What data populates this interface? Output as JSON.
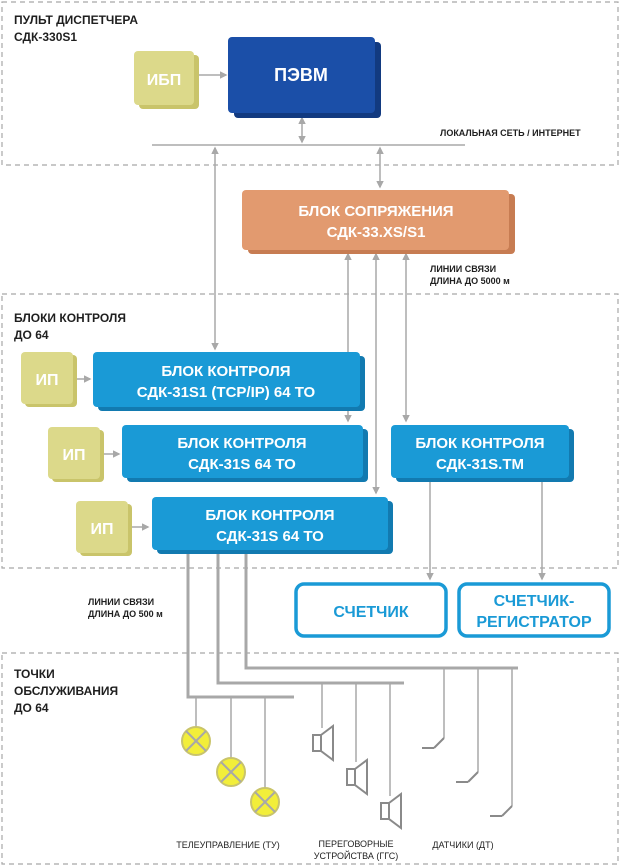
{
  "sections": {
    "dispatcher": {
      "line1": "ПУЛЬТ ДИСПЕТЧЕРА",
      "line2": "СДК-330S1"
    },
    "control_blocks": {
      "line1": "БЛОКИ КОНТРОЛЯ",
      "line2": "ДО 64"
    },
    "service_points": {
      "line1": "ТОЧКИ",
      "line2": "ОБСЛУЖИВАНИЯ",
      "line3": "ДО 64"
    }
  },
  "boxes": {
    "ups": "ИБП",
    "pc": "ПЭВМ",
    "interface": {
      "line1": "БЛОК СОПРЯЖЕНИЯ",
      "line2": "СДК-33.XS/S1"
    },
    "ip1": "ИП",
    "ip2": "ИП",
    "ip3": "ИП",
    "ctrl1": {
      "line1": "БЛОК КОНТРОЛЯ",
      "line2": "СДК-31S1 (TCP/IP)  64 ТО"
    },
    "ctrl2": {
      "line1": "БЛОК КОНТРОЛЯ",
      "line2": "СДК-31S  64 ТО"
    },
    "ctrl3": {
      "line1": "БЛОК КОНТРОЛЯ",
      "line2": "СДК-31S  64 ТО"
    },
    "ctrl_tm": {
      "line1": "БЛОК КОНТРОЛЯ",
      "line2": "СДК-31S.TM"
    },
    "counter": "СЧЕТЧИК",
    "counter_reg": {
      "line1": "СЧЕТЧИК-",
      "line2": "РЕГИСТРАТОР"
    }
  },
  "labels": {
    "network": "ЛОКАЛЬНАЯ СЕТЬ / ИНТЕРНЕТ",
    "comm_5000": {
      "line1": "ЛИНИИ СВЯЗИ",
      "line2": "ДЛИНА ДО 5000 м"
    },
    "comm_500": {
      "line1": "ЛИНИИ СВЯЗИ",
      "line2": "ДЛИНА ДО 500 м"
    }
  },
  "captions": {
    "telecontrol": "ТЕЛЕУПРАВЛЕНИЕ (ТУ)",
    "intercom": {
      "line1": "ПЕРЕГОВОРНЫЕ",
      "line2": "УСТРОЙСТВА (ГГС)"
    },
    "sensors": "ДАТЧИКИ (ДТ)"
  },
  "colors": {
    "pc": "#1b4fa8",
    "ups": "#dcd98a",
    "interface": "#e29a6f",
    "control": "#1a9ad6",
    "lamp": "#f2ee3a",
    "connector": "#a8a8a8"
  }
}
